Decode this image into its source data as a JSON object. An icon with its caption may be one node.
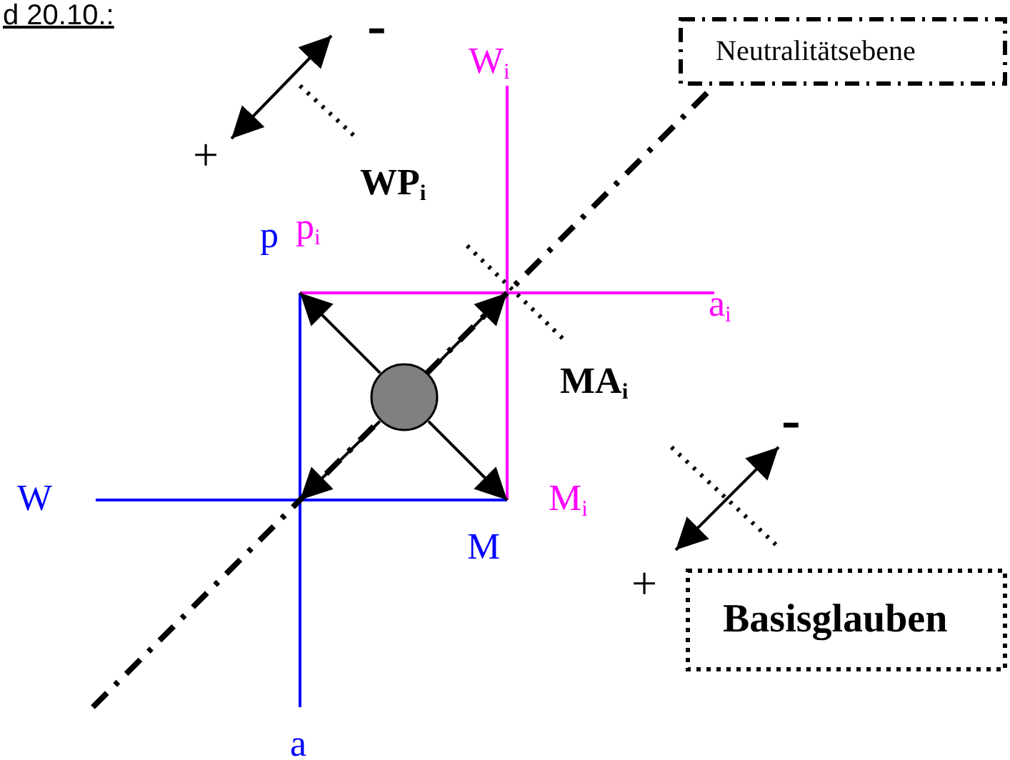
{
  "diagram": {
    "nodes": [
      {
        "text": [
          "Neutralitätsebene"
        ]
      },
      {
        "text": [],
        "shape": "circle"
      },
      {
        "text": [
          "Basisglauben"
        ]
      }
    ],
    "edges": [
      {
        "from": 1,
        "to": null,
        "arrow": "to"
      },
      {
        "from": 1,
        "to": null,
        "arrow": "to"
      },
      {
        "from": 1,
        "to": null,
        "arrow": "to"
      },
      {
        "from": 1,
        "to": null,
        "arrow": "to"
      },
      {
        "from": null,
        "to": 0,
        "arrow": "none",
        "style": "dashed"
      }
    ],
    "labels": [
      "d 20.10.:",
      "-",
      "W$_{i}$",
      "+",
      "WP$_{i}$",
      "p$_{i}$",
      "p",
      "a$_{i}$",
      "MA$_{i}$",
      "-",
      "W",
      "M$_{i}$",
      "M",
      "+",
      "a"
    ]
  }
}
